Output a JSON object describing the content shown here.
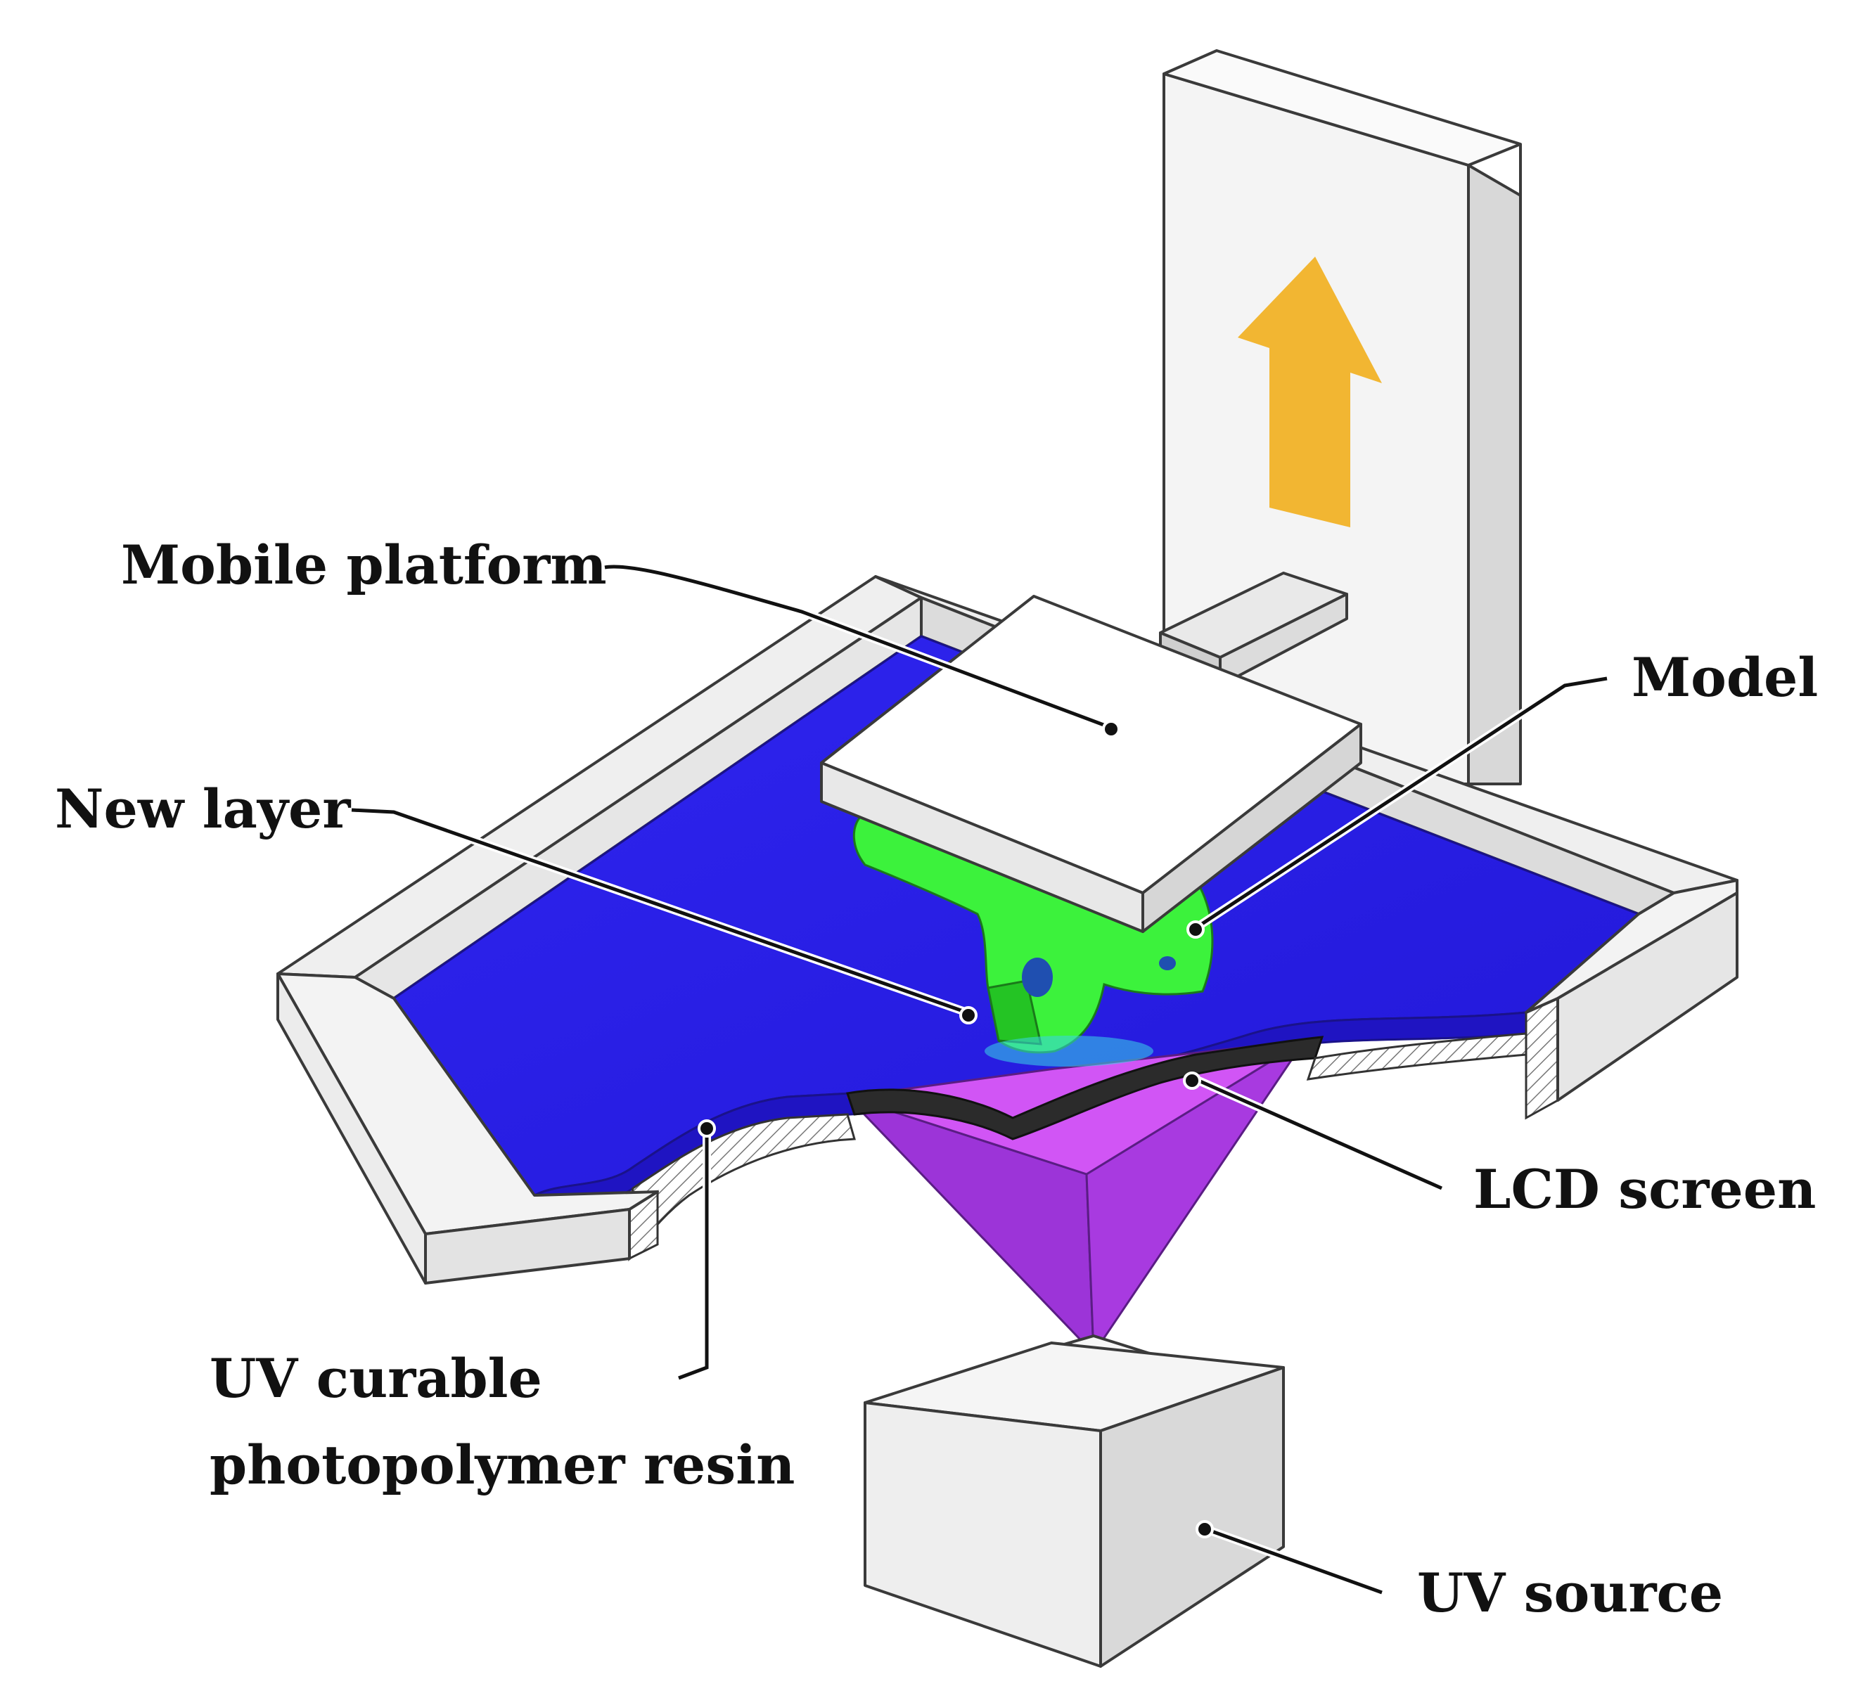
{
  "labels": {
    "mobile_platform": "Mobile platform",
    "model": "Model",
    "new_layer": "New layer",
    "lcd_screen": "LCD screen",
    "resin_line1": "UV curable",
    "resin_line2": "photopolymer resin",
    "uv_source": "UV source"
  },
  "colors": {
    "resin": "#2a1ee6",
    "model": "#3cf23c",
    "uv_light": "#b43ce8",
    "arrow": "#f2b632",
    "frame": "#f1f1f1",
    "lcd": "#2b2b2b"
  },
  "icons": {
    "direction": "arrow-up-icon"
  }
}
